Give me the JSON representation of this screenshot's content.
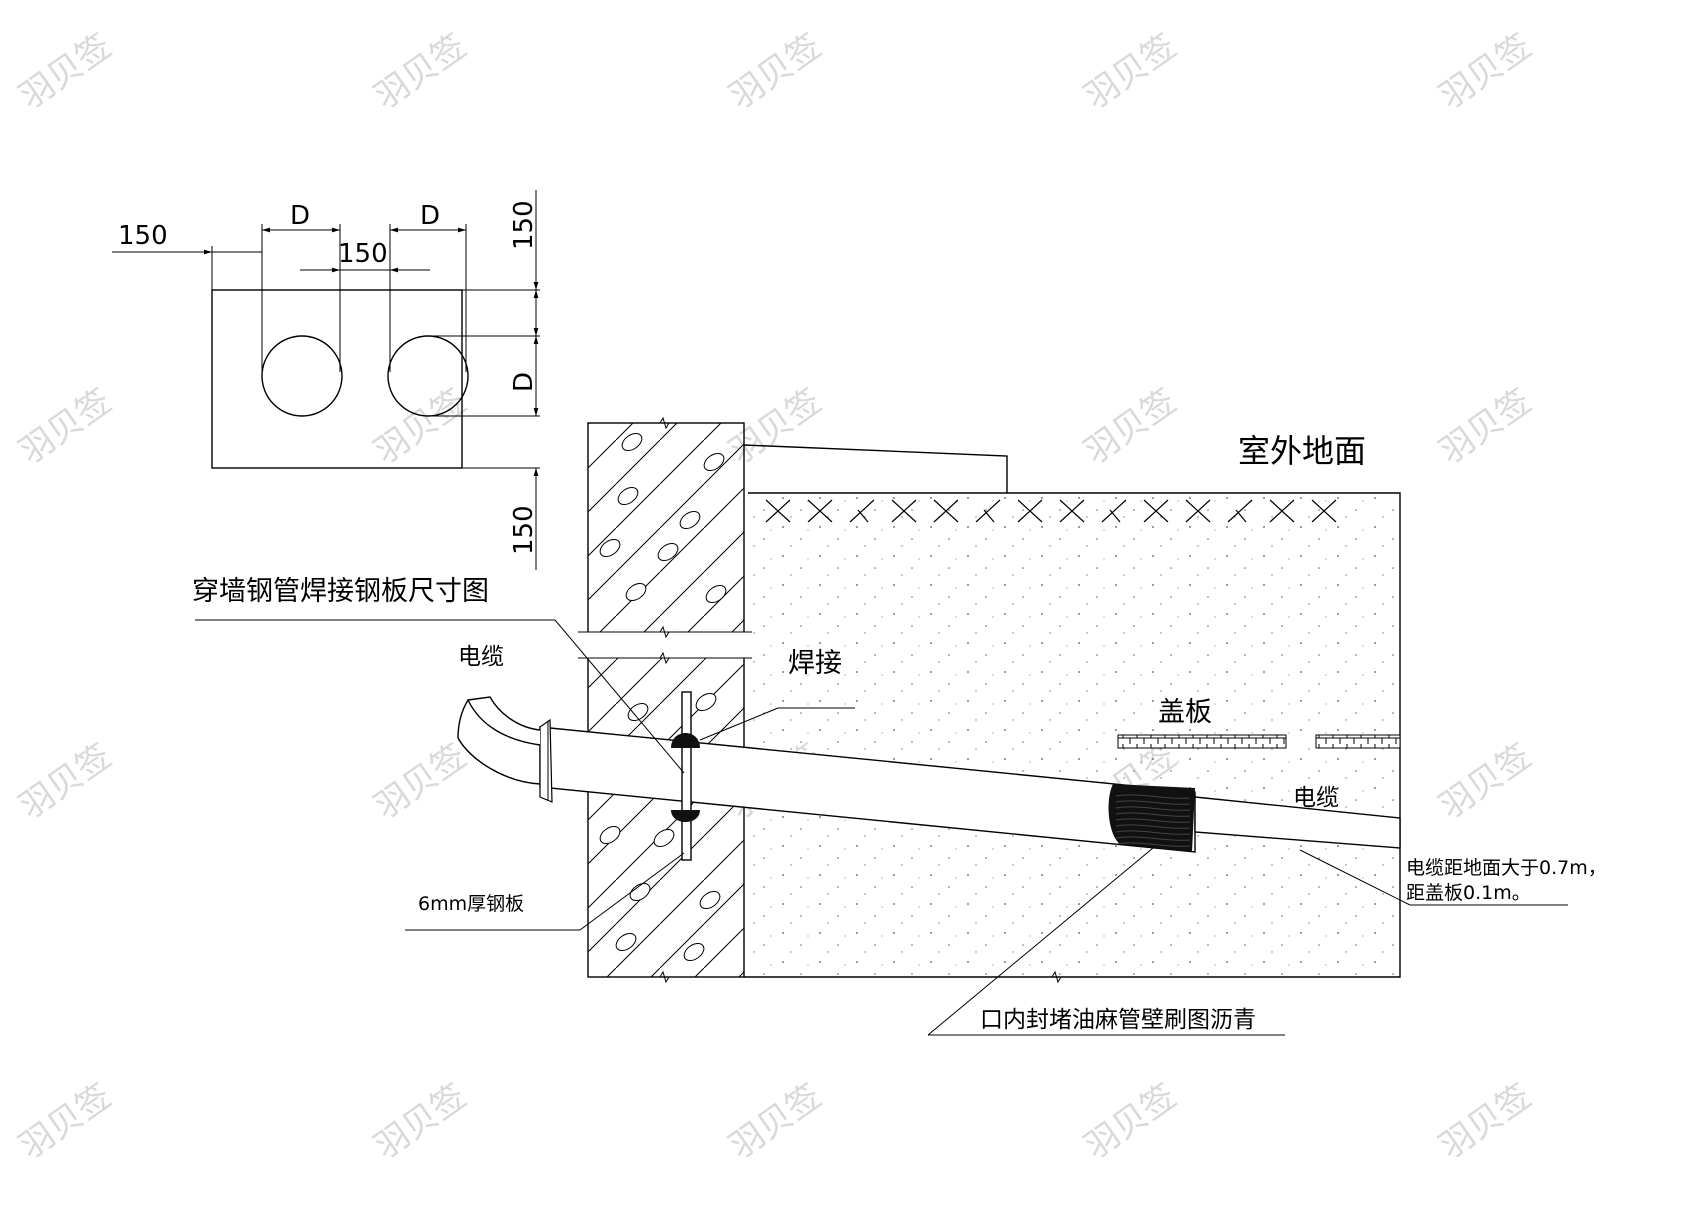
{
  "watermark": {
    "text": "羽贝签"
  },
  "dims": {
    "left_150": "150",
    "d_1": "D",
    "d_2": "D",
    "mid_150": "150",
    "top_150": "150",
    "d_vertical": "D",
    "bottom_150": "150"
  },
  "labels": {
    "outdoor_ground": "室外地面",
    "plate_size_title": "穿墙钢管焊接钢板尺寸图",
    "cable_left": "电缆",
    "weld": "焊接",
    "cover_plate": "盖板",
    "cable_right": "电缆",
    "depth_note_1": "电缆距地面大于0.7m，",
    "depth_note_2": "距盖板0.1m。",
    "steel_plate": "6mm厚钢板",
    "seal_note": "口内封堵油麻管壁刷图沥青"
  }
}
